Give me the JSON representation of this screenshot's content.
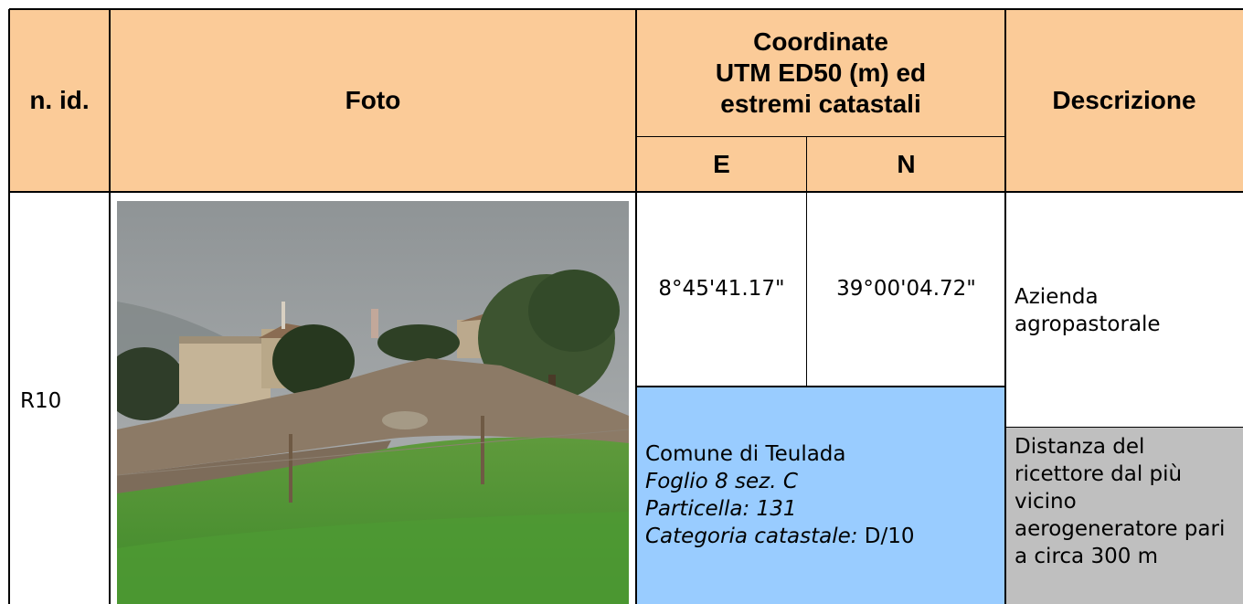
{
  "table": {
    "headers": {
      "id": "n. id.",
      "photo": "Foto",
      "coords_line1": "Coordinate",
      "coords_line2": "UTM ED50 (m) ed",
      "coords_line3": "estremi catastali",
      "east": "E",
      "north": "N",
      "description": "Descrizione"
    },
    "row": {
      "id": "R10",
      "east_value": "8°45'41.17\"",
      "north_value": "39°00'04.72\"",
      "cadastral": {
        "comune": "Comune di Teulada",
        "foglio": "Foglio 8 sez. C",
        "particella": "Particella: 131",
        "categoria_label": "Categoria catastale:",
        "categoria_value": " D/10"
      },
      "description_text": "Azienda agropastorale",
      "distance_text": "Distanza del ricettore dal più vicino aerogeneratore pari a circa 300 m"
    }
  },
  "colors": {
    "header_bg": "#fbcb98",
    "cadastral_bg": "#99ccff",
    "distance_bg": "#bfbfbf"
  }
}
